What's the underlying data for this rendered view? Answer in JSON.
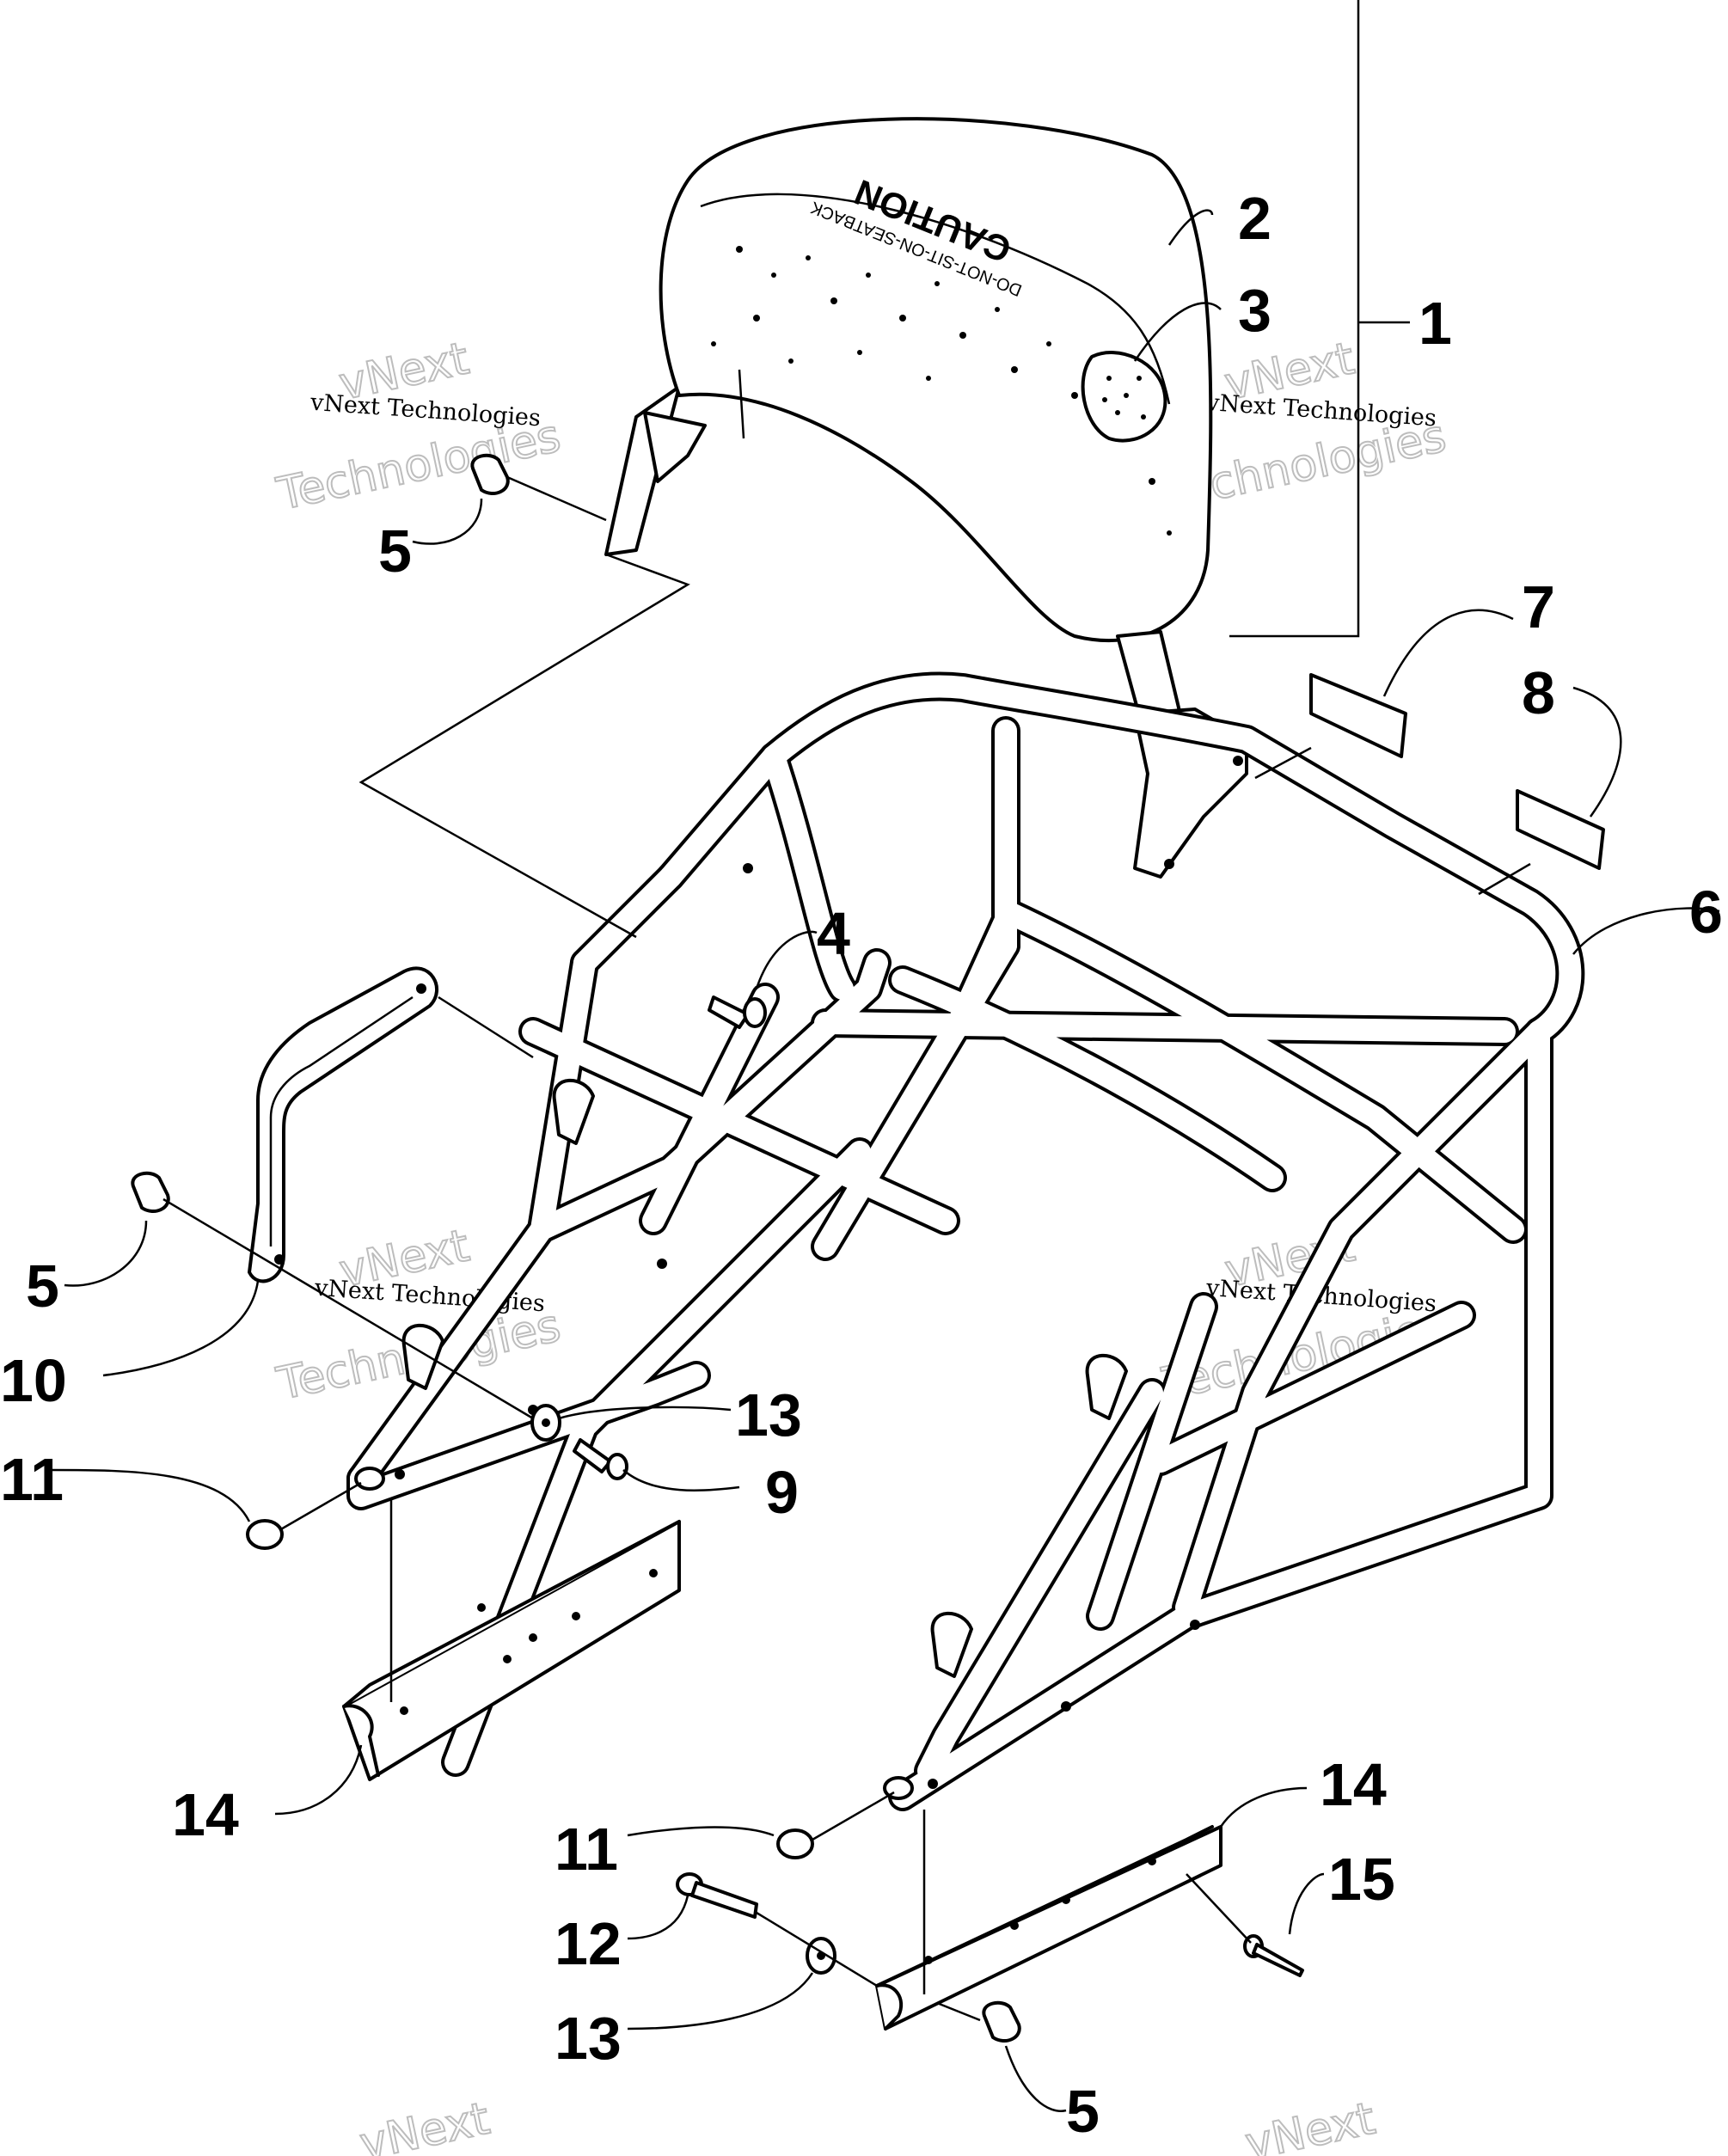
{
  "diagram": {
    "callouts": [
      "1",
      "2",
      "3",
      "4",
      "5",
      "6",
      "7",
      "8",
      "9",
      "10",
      "11",
      "12",
      "13",
      "14",
      "15"
    ],
    "watermark_line": "vNext Technologies",
    "watermark_big_1": "vNext",
    "watermark_big_2": "Technologies",
    "decal_line_1": "CAUTION",
    "decal_line_2": "DO-NOT-SIT-ON-SEATBACK"
  }
}
